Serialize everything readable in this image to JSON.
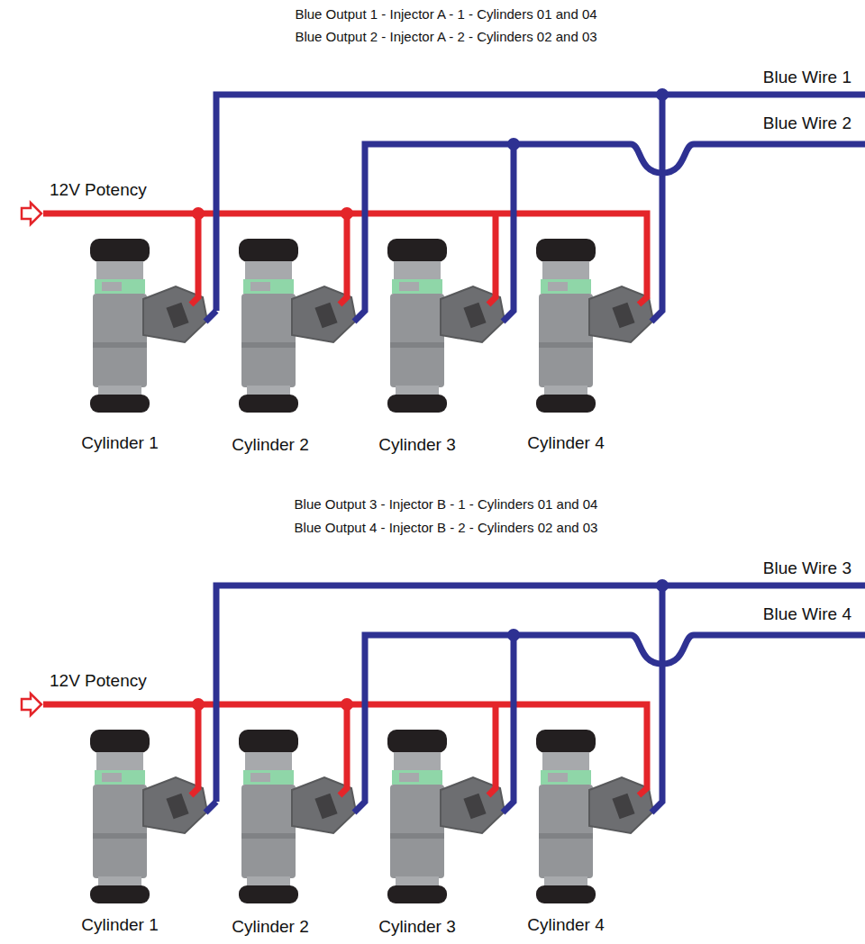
{
  "diagram": {
    "labels": [
      "Blue Output 1 - Injector A - 1 - Cylinders 01 and 04",
      "Blue Output 2 - Injector A - 2 - Cylinders 02 and 03",
      "Blue Wire 1",
      "Blue Wire 2",
      "12V Potency",
      "Cylinder 1",
      "Cylinder 2",
      "Cylinder 3",
      "Cylinder 4",
      "Blue Output 3 - Injector B - 1 - Cylinders 01 and 04",
      "Blue Output 4 - Injector B - 2 - Cylinders 02 and 03",
      "Blue Wire 3",
      "Blue Wire 4",
      "12V Potency",
      "Cylinder 1",
      "Cylinder 2",
      "Cylinder 3",
      "Cylinder 4"
    ]
  }
}
